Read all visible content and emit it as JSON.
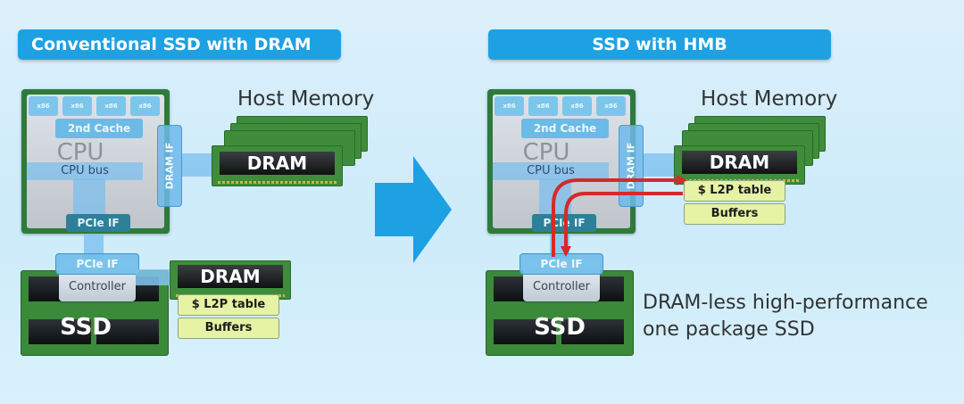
{
  "left_panel": {
    "title": "Conventional SSD with DRAM",
    "host_memory_label": "Host Memory",
    "cpu": {
      "cores": [
        "x86",
        "x86",
        "x86",
        "x86"
      ],
      "cache_label": "2nd Cache",
      "cpu_label": "CPU",
      "bus_label": "CPU bus",
      "dram_if_label": "DRAM IF",
      "pcie_if_label": "PCIe IF"
    },
    "host_dram_label": "DRAM",
    "ssd": {
      "pcie_if_label": "PCIe IF",
      "controller_label": "Controller",
      "ssd_label": "SSD",
      "dram_label": "DRAM",
      "l2p_table_label": "$ L2P table",
      "buffers_label": "Buffers"
    }
  },
  "transition_arrow": {
    "icon": "right-arrow-icon",
    "color": "#1ea1e3"
  },
  "right_panel": {
    "title": "SSD with HMB",
    "host_memory_label": "Host Memory",
    "cpu": {
      "cores": [
        "x86",
        "x86",
        "x86",
        "x86"
      ],
      "cache_label": "2nd Cache",
      "cpu_label": "CPU",
      "bus_label": "CPU bus",
      "dram_if_label": "DRAM IF",
      "pcie_if_label": "PCIe IF"
    },
    "host_dram_label": "DRAM",
    "l2p_table_label": "$ L2P table",
    "buffers_label": "Buffers",
    "ssd": {
      "pcie_if_label": "PCIe IF",
      "controller_label": "Controller",
      "ssd_label": "SSD"
    },
    "description_line1": "DRAM-less high-performance",
    "description_line2": "one package SSD"
  },
  "colors": {
    "title_bar": "#1ea1e3",
    "pcb_green": "#3f8d3a",
    "interface_blue": "#6bbbe6",
    "table_yellow": "#e6f2a4",
    "data_path_red": "#d42a2a"
  }
}
